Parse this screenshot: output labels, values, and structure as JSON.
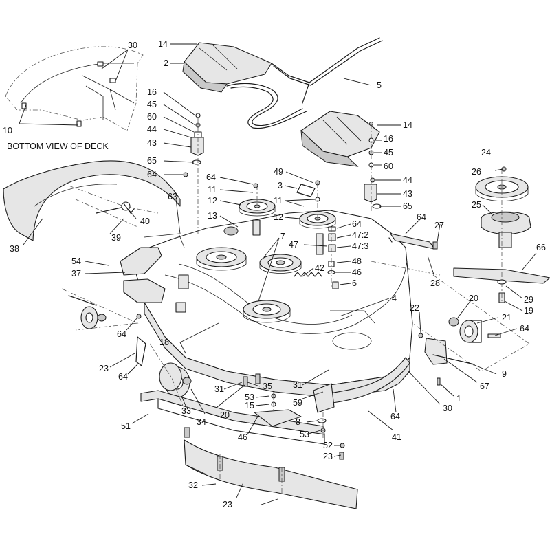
{
  "diagram": {
    "view_label": "BOTTOM VIEW OF DECK",
    "callouts": [
      {
        "id": "c14a",
        "label": "14"
      },
      {
        "id": "c2",
        "label": "2"
      },
      {
        "id": "c5",
        "label": "5"
      },
      {
        "id": "c14b",
        "label": "14"
      },
      {
        "id": "c16b",
        "label": "16"
      },
      {
        "id": "c45b",
        "label": "45"
      },
      {
        "id": "c60b",
        "label": "60"
      },
      {
        "id": "c44b",
        "label": "44"
      },
      {
        "id": "c43b",
        "label": "43"
      },
      {
        "id": "c65b",
        "label": "65"
      },
      {
        "id": "c30a",
        "label": "30"
      },
      {
        "id": "c10",
        "label": "10"
      },
      {
        "id": "c16a",
        "label": "16"
      },
      {
        "id": "c45a",
        "label": "45"
      },
      {
        "id": "c60a",
        "label": "60"
      },
      {
        "id": "c44a",
        "label": "44"
      },
      {
        "id": "c43a",
        "label": "43"
      },
      {
        "id": "c65a",
        "label": "65"
      },
      {
        "id": "c64a",
        "label": "64"
      },
      {
        "id": "c38",
        "label": "38"
      },
      {
        "id": "c39",
        "label": "39"
      },
      {
        "id": "c40",
        "label": "40"
      },
      {
        "id": "c63",
        "label": "63"
      },
      {
        "id": "c64b",
        "label": "64"
      },
      {
        "id": "c11a",
        "label": "11"
      },
      {
        "id": "c12a",
        "label": "12"
      },
      {
        "id": "c13",
        "label": "13"
      },
      {
        "id": "c49",
        "label": "49"
      },
      {
        "id": "c3",
        "label": "3"
      },
      {
        "id": "c11b",
        "label": "11"
      },
      {
        "id": "c12b",
        "label": "12"
      },
      {
        "id": "c64c",
        "label": "64"
      },
      {
        "id": "c47_2",
        "label": "47:2"
      },
      {
        "id": "c47",
        "label": "47"
      },
      {
        "id": "c47_3",
        "label": "47:3"
      },
      {
        "id": "c48",
        "label": "48"
      },
      {
        "id": "c46a",
        "label": "46"
      },
      {
        "id": "c42",
        "label": "42"
      },
      {
        "id": "c7",
        "label": "7"
      },
      {
        "id": "c6",
        "label": "6"
      },
      {
        "id": "c4",
        "label": "4"
      },
      {
        "id": "c54",
        "label": "54"
      },
      {
        "id": "c37",
        "label": "37"
      },
      {
        "id": "c64d",
        "label": "64"
      },
      {
        "id": "c24",
        "label": "24"
      },
      {
        "id": "c26",
        "label": "26"
      },
      {
        "id": "c25",
        "label": "25"
      },
      {
        "id": "c64e",
        "label": "64"
      },
      {
        "id": "c27",
        "label": "27"
      },
      {
        "id": "c66",
        "label": "66"
      },
      {
        "id": "c28",
        "label": "28"
      },
      {
        "id": "c29",
        "label": "29"
      },
      {
        "id": "c19",
        "label": "19"
      },
      {
        "id": "c20a",
        "label": "20"
      },
      {
        "id": "c21",
        "label": "21"
      },
      {
        "id": "c64f",
        "label": "64"
      },
      {
        "id": "c22",
        "label": "22"
      },
      {
        "id": "c9",
        "label": "9"
      },
      {
        "id": "c67",
        "label": "67"
      },
      {
        "id": "c1",
        "label": "1"
      },
      {
        "id": "c30b",
        "label": "30"
      },
      {
        "id": "c64g",
        "label": "64"
      },
      {
        "id": "c41",
        "label": "41"
      },
      {
        "id": "c23a",
        "label": "23"
      },
      {
        "id": "c64h",
        "label": "64"
      },
      {
        "id": "c18",
        "label": "18"
      },
      {
        "id": "c31a",
        "label": "31"
      },
      {
        "id": "c35",
        "label": "35"
      },
      {
        "id": "c53a",
        "label": "53"
      },
      {
        "id": "c15",
        "label": "15"
      },
      {
        "id": "c31b",
        "label": "31"
      },
      {
        "id": "c59",
        "label": "59"
      },
      {
        "id": "c20b",
        "label": "20"
      },
      {
        "id": "c33",
        "label": "33"
      },
      {
        "id": "c34",
        "label": "34"
      },
      {
        "id": "c51",
        "label": "51"
      },
      {
        "id": "c46b",
        "label": "46"
      },
      {
        "id": "c8",
        "label": "8"
      },
      {
        "id": "c53b",
        "label": "53"
      },
      {
        "id": "c52",
        "label": "52"
      },
      {
        "id": "c23b",
        "label": "23"
      },
      {
        "id": "c32",
        "label": "32"
      },
      {
        "id": "c23c",
        "label": "23"
      }
    ]
  }
}
